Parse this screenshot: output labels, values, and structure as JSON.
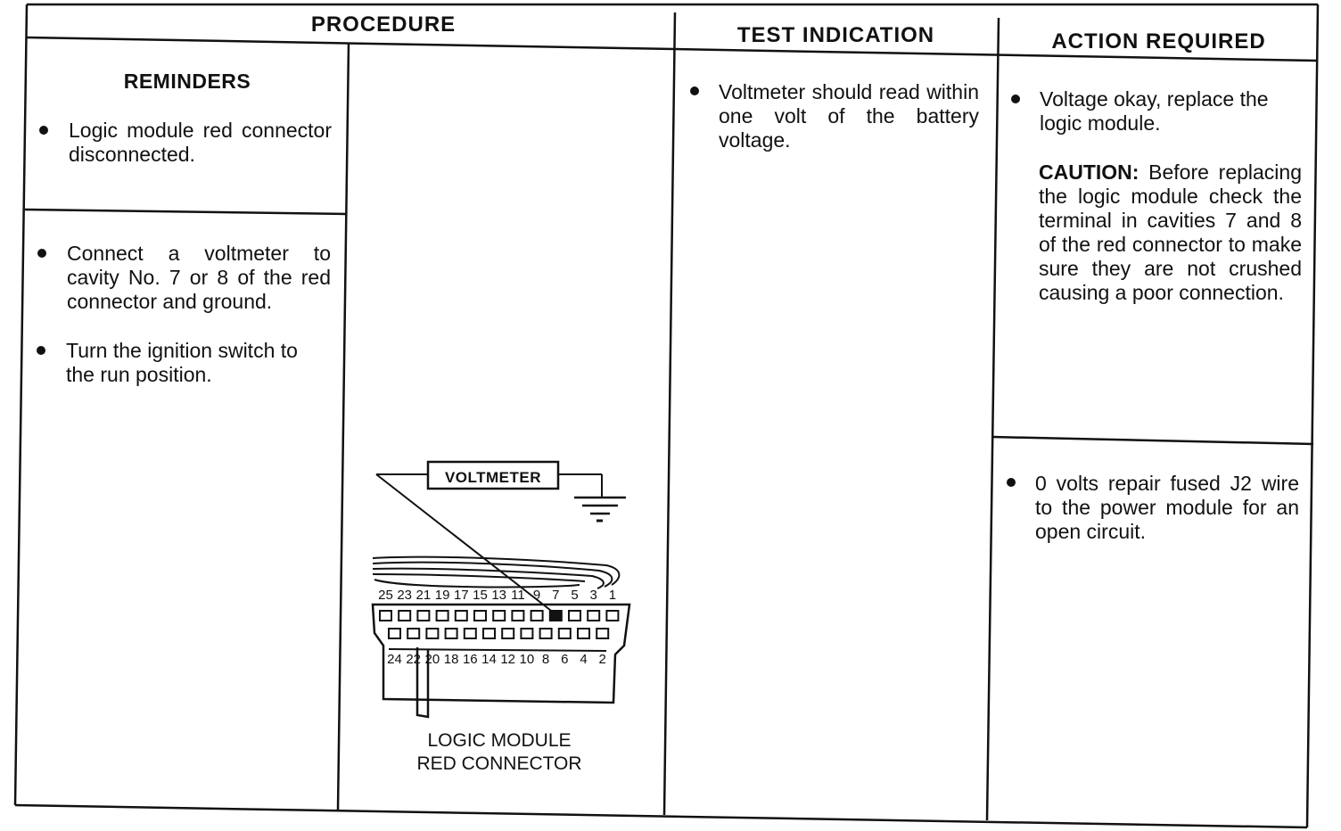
{
  "headers": {
    "procedure": "PROCEDURE",
    "test_indication": "TEST INDICATION",
    "action_required": "ACTION REQUIRED"
  },
  "reminders": {
    "title": "REMINDERS",
    "item": "Logic module red connector disconnected."
  },
  "steps": [
    "Connect a voltmeter to cavity No. 7 or 8 of the red connector and ground.",
    "Turn the ignition switch to the run position."
  ],
  "diagram": {
    "voltmeter_label": "VOLTMETER",
    "caption_line1": "LOGIC MODULE",
    "caption_line2": "RED CONNECTOR",
    "top_row_numbers": [
      "25",
      "23",
      "21",
      "19",
      "17",
      "15",
      "13",
      "11",
      "9",
      "7",
      "5",
      "3",
      "1"
    ],
    "bottom_row_numbers": [
      "24",
      "22",
      "20",
      "18",
      "16",
      "14",
      "12",
      "10",
      "8",
      "6",
      "4",
      "2"
    ]
  },
  "test_indication": "Voltmeter should read within one volt of the battery voltage.",
  "actions": {
    "voltage_ok": "Voltage okay, replace the logic module.",
    "caution_label": "CAUTION:",
    "caution_text": " Before replacing the logic module check the terminal in cavities 7 and 8 of the red connector to make sure they are not crushed causing a poor connection.",
    "zero_volts": "0 volts repair fused J2 wire to the power module for an open circuit."
  }
}
